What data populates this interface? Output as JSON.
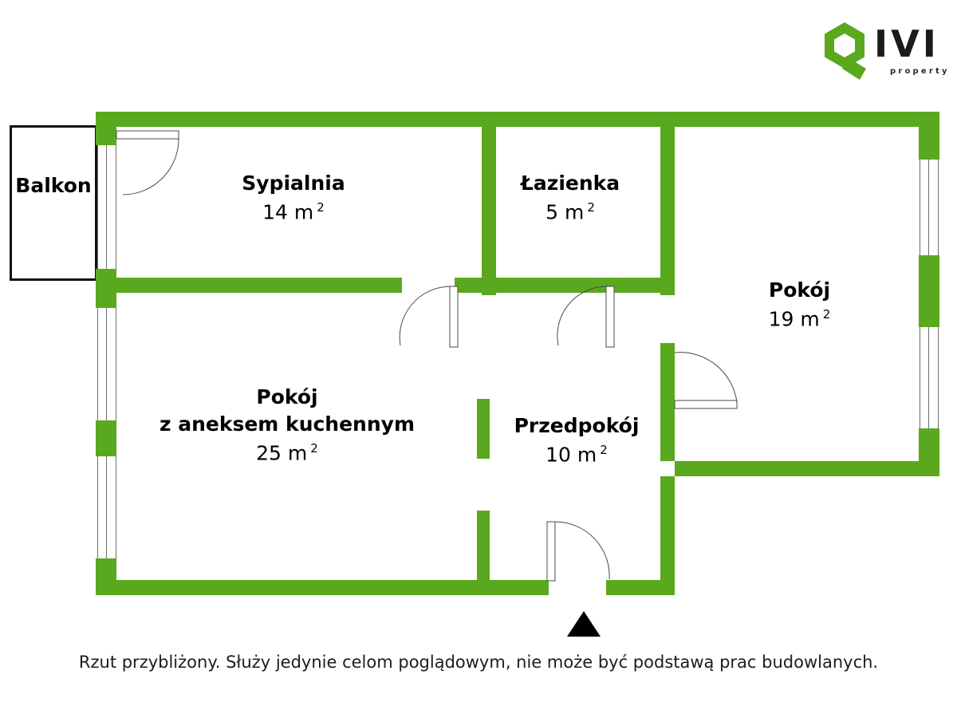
{
  "brand": {
    "mark_icon": "q-hexagon-logo-icon",
    "wordmark": "IVI",
    "tagline": "property",
    "accent_color": "#5aa81e",
    "text_color": "#1b1b1b"
  },
  "floorplan": {
    "wall_color": "#5aa81e",
    "outline_color": "#111111",
    "entry_marker_icon": "entrance-triangle-icon",
    "balcony": {
      "label": "Balkon"
    },
    "rooms": [
      {
        "id": "sypialnia",
        "name": "Sypialnia",
        "area": "14 m",
        "unit_sup": "2"
      },
      {
        "id": "lazienka",
        "name": "Łazienka",
        "area": "5 m",
        "unit_sup": "2"
      },
      {
        "id": "pokoj19",
        "name": "Pokój",
        "area": "19 m",
        "unit_sup": "2"
      },
      {
        "id": "pokoj25",
        "name": "Pokój",
        "name2": "z aneksem kuchennym",
        "area": "25 m",
        "unit_sup": "2"
      },
      {
        "id": "przedpokoj",
        "name": "Przedpokój",
        "area": "10 m",
        "unit_sup": "2"
      }
    ]
  },
  "footer": {
    "disclaimer": "Rzut przybliżony. Służy jedynie celom poglądowym, nie może być podstawą prac budowlanych."
  }
}
